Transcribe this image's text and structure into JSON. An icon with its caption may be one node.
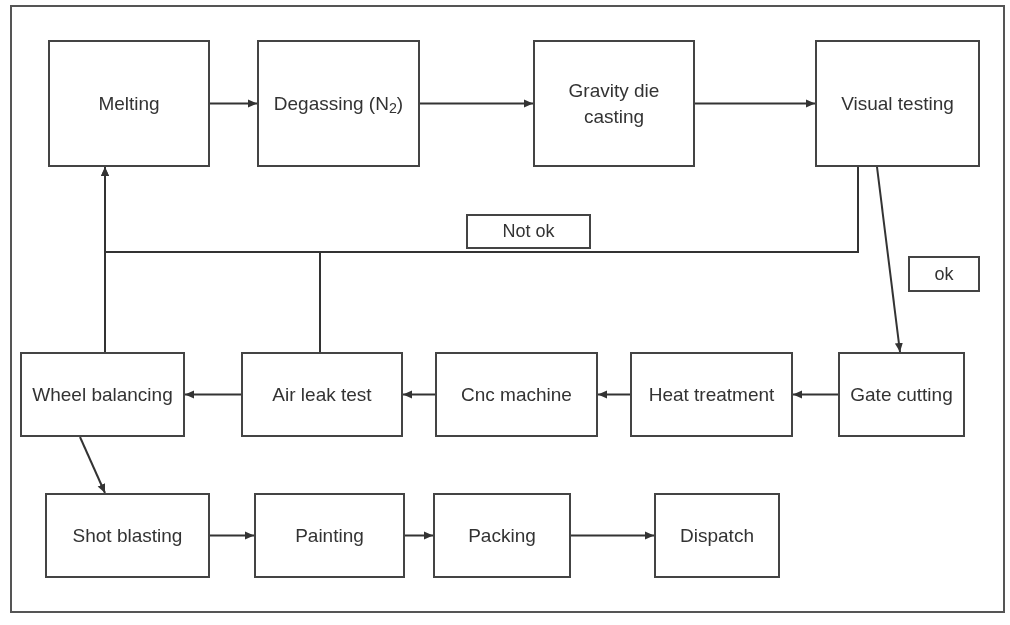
{
  "diagram": {
    "nodes": [
      {
        "text": [
          "Melting"
        ]
      },
      {
        "text": [
          "Degassing (N$_{2}$)"
        ]
      },
      {
        "text": [
          "Gravity die casting"
        ]
      },
      {
        "text": [
          "Visual testing"
        ]
      },
      {
        "text": [
          "Gate cutting"
        ]
      },
      {
        "text": [
          "Heat treatment"
        ]
      },
      {
        "text": [
          "Cnc machine"
        ]
      },
      {
        "text": [
          "Air leak test"
        ]
      },
      {
        "text": [
          "Wheel balancing"
        ]
      },
      {
        "text": [
          "Shot blasting"
        ]
      },
      {
        "text": [
          "Painting"
        ]
      },
      {
        "text": [
          "Packing"
        ]
      },
      {
        "text": [
          "Dispatch"
        ]
      }
    ],
    "edges": [
      {
        "from": 0,
        "to": 1,
        "arrow": "to"
      },
      {
        "from": 1,
        "to": 2,
        "arrow": "to"
      },
      {
        "from": 2,
        "to": 3,
        "arrow": "to"
      },
      {
        "from": 3,
        "to": 0,
        "arrow": "to",
        "label": "Not ok"
      },
      {
        "from": 3,
        "to": 4,
        "arrow": "to",
        "label": "ok"
      },
      {
        "from": 4,
        "to": 5,
        "arrow": "to"
      },
      {
        "from": 5,
        "to": 6,
        "arrow": "to"
      },
      {
        "from": 6,
        "to": 7,
        "arrow": "to"
      },
      {
        "from": 7,
        "to": 8,
        "arrow": "to"
      },
      {
        "from": 7,
        "to": 0,
        "arrow": "to"
      },
      {
        "from": 8,
        "to": 0,
        "arrow": "to"
      },
      {
        "from": 8,
        "to": 9,
        "arrow": "to"
      },
      {
        "from": 9,
        "to": 10,
        "arrow": "to"
      },
      {
        "from": 10,
        "to": 11,
        "arrow": "to"
      },
      {
        "from": 11,
        "to": 12,
        "arrow": "to"
      }
    ]
  }
}
